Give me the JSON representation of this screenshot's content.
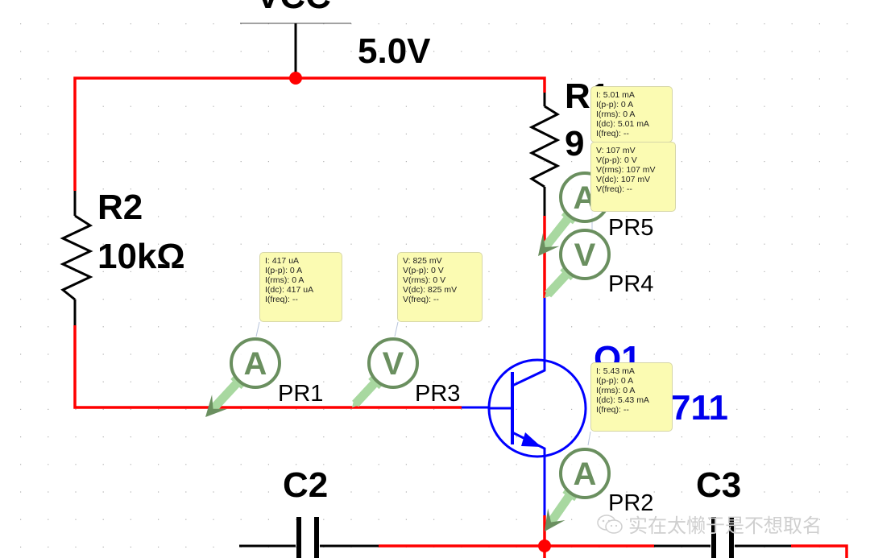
{
  "schematic": {
    "supply": {
      "name": "VCC",
      "value": "5.0V"
    },
    "components": {
      "r1": {
        "ref": "R1",
        "value_partial": "9"
      },
      "r2": {
        "ref": "R2",
        "value": "10kΩ"
      },
      "q1": {
        "ref": "Q1",
        "model_partial": "711"
      },
      "c2": {
        "ref": "C2"
      },
      "c3": {
        "ref": "C3"
      }
    },
    "probes": {
      "pr1": {
        "name": "PR1",
        "type": "A",
        "readout": [
          "I: 417 uA",
          "I(p-p): 0 A",
          "I(rms): 0 A",
          "I(dc): 417 uA",
          "I(freq): --"
        ]
      },
      "pr2": {
        "name": "PR2",
        "type": "A",
        "readout": [
          "I: 5.43 mA",
          "I(p-p): 0 A",
          "I(rms): 0 A",
          "I(dc): 5.43 mA",
          "I(freq): --"
        ]
      },
      "pr3": {
        "name": "PR3",
        "type": "V",
        "readout": [
          "V: 825 mV",
          "V(p-p): 0 V",
          "V(rms): 0 V",
          "V(dc): 825 mV",
          "V(freq): --"
        ]
      },
      "pr4": {
        "name": "PR4",
        "type": "V",
        "readout": [
          "V: 107 mV",
          "V(p-p): 0 V",
          "V(rms): 107 mV",
          "V(dc): 107 mV",
          "V(freq): --"
        ]
      },
      "pr5": {
        "name": "PR5",
        "type": "A",
        "readout": [
          "I: 5.01 mA",
          "I(p-p): 0 A",
          "I(rms): 0 A",
          "I(dc): 5.01 mA",
          "I(freq): --"
        ]
      }
    },
    "colors": {
      "wire_active": "#ff0000",
      "wire_transistor": "#0000ff",
      "component": "#000000",
      "probe": "#6a8f5f",
      "probe_light": "#a8d8a0",
      "tooltip_bg": "#fbfbb2"
    }
  },
  "watermark": {
    "text": "实在太懒于是不想取名",
    "icon": "wechat-icon"
  }
}
